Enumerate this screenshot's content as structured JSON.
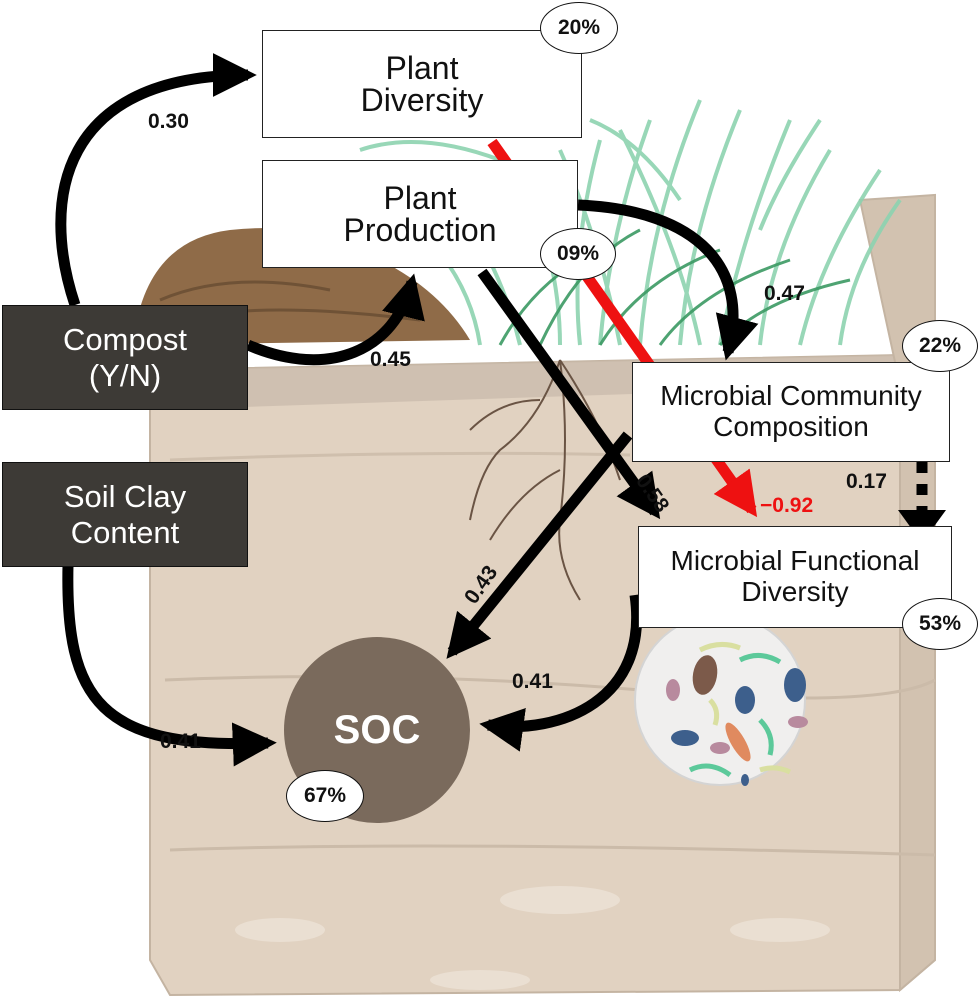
{
  "nodes": {
    "plant_diversity": "Plant\nDiversity",
    "plant_production": "Plant\nProduction",
    "compost": "Compost\n(Y/N)",
    "soil_clay": "Soil Clay\nContent",
    "microbial_community": "Microbial Community\nComposition",
    "microbial_functional": "Microbial Functional\nDiversity",
    "soc": "SOC"
  },
  "r2": {
    "plant_diversity": "20%",
    "plant_production": "09%",
    "microbial_community": "22%",
    "microbial_functional": "53%",
    "soc": "67%"
  },
  "paths": {
    "compost_to_diversity": "0.30",
    "compost_to_production": "0.45",
    "production_to_community": "0.47",
    "production_to_functional": "0.58",
    "diversity_to_functional": "−0.92",
    "community_to_functional": "0.17",
    "community_to_soc": "0.43",
    "functional_to_soc": "0.41",
    "clay_to_soc": "0.41"
  },
  "colors": {
    "positive_path": "#000000",
    "negative_path": "#ee1111",
    "soc_fill": "#7a6a5c",
    "dark_box": "#3d3a36"
  }
}
